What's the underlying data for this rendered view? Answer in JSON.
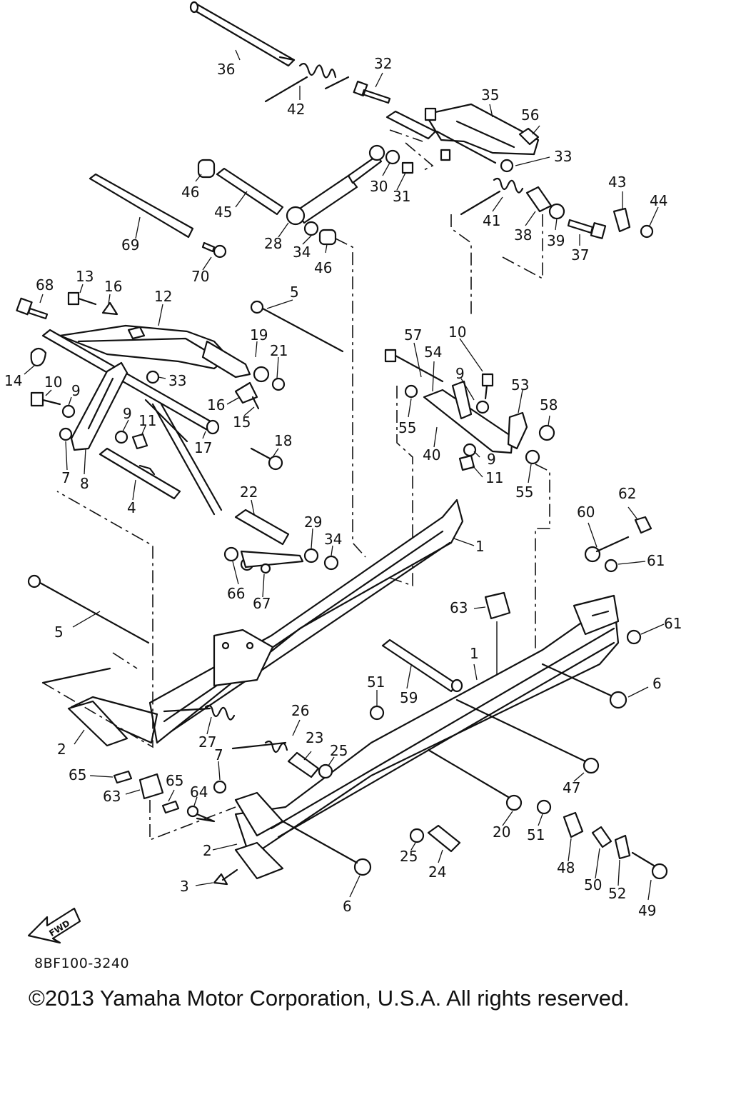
{
  "diagram": {
    "drawing_code": "8BF100-3240",
    "copyright": "©2013 Yamaha Motor Corporation, U.S.A. All rights reserved.",
    "direction_badge": "FWD",
    "labels": [
      {
        "id": "p36",
        "text": "36"
      },
      {
        "id": "p42",
        "text": "42"
      },
      {
        "id": "p32",
        "text": "32"
      },
      {
        "id": "p35",
        "text": "35"
      },
      {
        "id": "p56",
        "text": "56"
      },
      {
        "id": "p33a",
        "text": "33"
      },
      {
        "id": "p43",
        "text": "43"
      },
      {
        "id": "p44",
        "text": "44"
      },
      {
        "id": "p46a",
        "text": "46"
      },
      {
        "id": "p45",
        "text": "45"
      },
      {
        "id": "p30",
        "text": "30"
      },
      {
        "id": "p31",
        "text": "31"
      },
      {
        "id": "p41",
        "text": "41"
      },
      {
        "id": "p38",
        "text": "38"
      },
      {
        "id": "p39",
        "text": "39"
      },
      {
        "id": "p37",
        "text": "37"
      },
      {
        "id": "p69",
        "text": "69"
      },
      {
        "id": "p28",
        "text": "28"
      },
      {
        "id": "p34a",
        "text": "34"
      },
      {
        "id": "p46b",
        "text": "46"
      },
      {
        "id": "p70",
        "text": "70"
      },
      {
        "id": "p68",
        "text": "68"
      },
      {
        "id": "p13",
        "text": "13"
      },
      {
        "id": "p16a",
        "text": "16"
      },
      {
        "id": "p12",
        "text": "12"
      },
      {
        "id": "p5a",
        "text": "5"
      },
      {
        "id": "p19",
        "text": "19"
      },
      {
        "id": "p21",
        "text": "21"
      },
      {
        "id": "p14",
        "text": "14"
      },
      {
        "id": "p10a",
        "text": "10"
      },
      {
        "id": "p9a",
        "text": "9"
      },
      {
        "id": "p33b",
        "text": "33"
      },
      {
        "id": "p16b",
        "text": "16"
      },
      {
        "id": "p15",
        "text": "15"
      },
      {
        "id": "p9b",
        "text": "9"
      },
      {
        "id": "p11a",
        "text": "11"
      },
      {
        "id": "p17",
        "text": "17"
      },
      {
        "id": "p18",
        "text": "18"
      },
      {
        "id": "p7a",
        "text": "7"
      },
      {
        "id": "p8",
        "text": "8"
      },
      {
        "id": "p4",
        "text": "4"
      },
      {
        "id": "p57",
        "text": "57"
      },
      {
        "id": "p10b",
        "text": "10"
      },
      {
        "id": "p54",
        "text": "54"
      },
      {
        "id": "p9c",
        "text": "9"
      },
      {
        "id": "p53",
        "text": "53"
      },
      {
        "id": "p58",
        "text": "58"
      },
      {
        "id": "p55a",
        "text": "55"
      },
      {
        "id": "p40",
        "text": "40"
      },
      {
        "id": "p9d",
        "text": "9"
      },
      {
        "id": "p11b",
        "text": "11"
      },
      {
        "id": "p55b",
        "text": "55"
      },
      {
        "id": "p22",
        "text": "22"
      },
      {
        "id": "p29",
        "text": "29"
      },
      {
        "id": "p34b",
        "text": "34"
      },
      {
        "id": "p1a",
        "text": "1"
      },
      {
        "id": "p62",
        "text": "62"
      },
      {
        "id": "p60",
        "text": "60"
      },
      {
        "id": "p61a",
        "text": "61"
      },
      {
        "id": "p66",
        "text": "66"
      },
      {
        "id": "p67",
        "text": "67"
      },
      {
        "id": "p63a",
        "text": "63"
      },
      {
        "id": "p61b",
        "text": "61"
      },
      {
        "id": "p5b",
        "text": "5"
      },
      {
        "id": "p1b",
        "text": "1"
      },
      {
        "id": "p51a",
        "text": "51"
      },
      {
        "id": "p59",
        "text": "59"
      },
      {
        "id": "p6a",
        "text": "6"
      },
      {
        "id": "p26",
        "text": "26"
      },
      {
        "id": "p27",
        "text": "27"
      },
      {
        "id": "p2a",
        "text": "2"
      },
      {
        "id": "p23",
        "text": "23"
      },
      {
        "id": "p25a",
        "text": "25"
      },
      {
        "id": "p7b",
        "text": "7"
      },
      {
        "id": "p47",
        "text": "47"
      },
      {
        "id": "p65a",
        "text": "65"
      },
      {
        "id": "p65b",
        "text": "65"
      },
      {
        "id": "p63b",
        "text": "63"
      },
      {
        "id": "p64",
        "text": "64"
      },
      {
        "id": "p20",
        "text": "20"
      },
      {
        "id": "p51b",
        "text": "51"
      },
      {
        "id": "p25b",
        "text": "25"
      },
      {
        "id": "p24",
        "text": "24"
      },
      {
        "id": "p48",
        "text": "48"
      },
      {
        "id": "p50",
        "text": "50"
      },
      {
        "id": "p52",
        "text": "52"
      },
      {
        "id": "p49",
        "text": "49"
      },
      {
        "id": "p2b",
        "text": "2"
      },
      {
        "id": "p3",
        "text": "3"
      },
      {
        "id": "p6b",
        "text": "6"
      }
    ]
  }
}
